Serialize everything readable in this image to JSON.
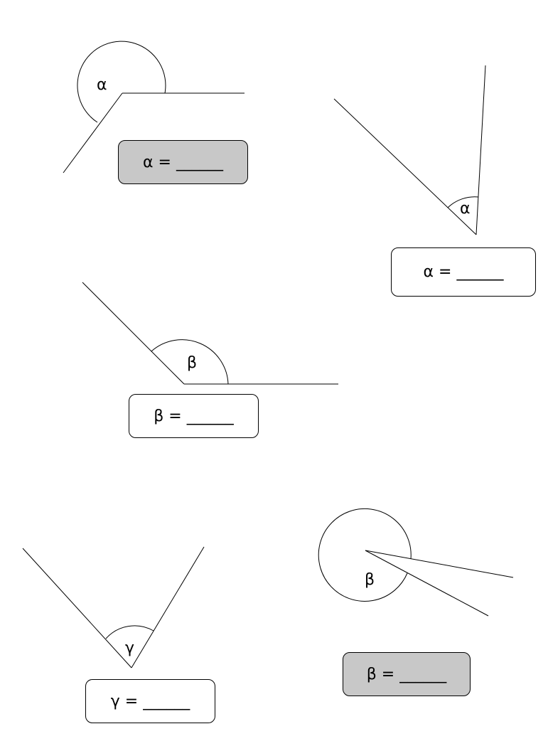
{
  "colors": {
    "line": "#000000",
    "shaded_box": "#c8c8c8",
    "plain_box": "#ffffff"
  },
  "figures": [
    {
      "label": "α",
      "answer": "α = ______",
      "box_style": "shaded"
    },
    {
      "label": "α",
      "answer": "α = ______",
      "box_style": "plain"
    },
    {
      "label": "β",
      "answer": "β = ______",
      "box_style": "plain"
    },
    {
      "label": "γ",
      "answer": "γ = ______",
      "box_style": "plain"
    },
    {
      "label": "β",
      "answer": "β = ______",
      "box_style": "shaded"
    }
  ]
}
